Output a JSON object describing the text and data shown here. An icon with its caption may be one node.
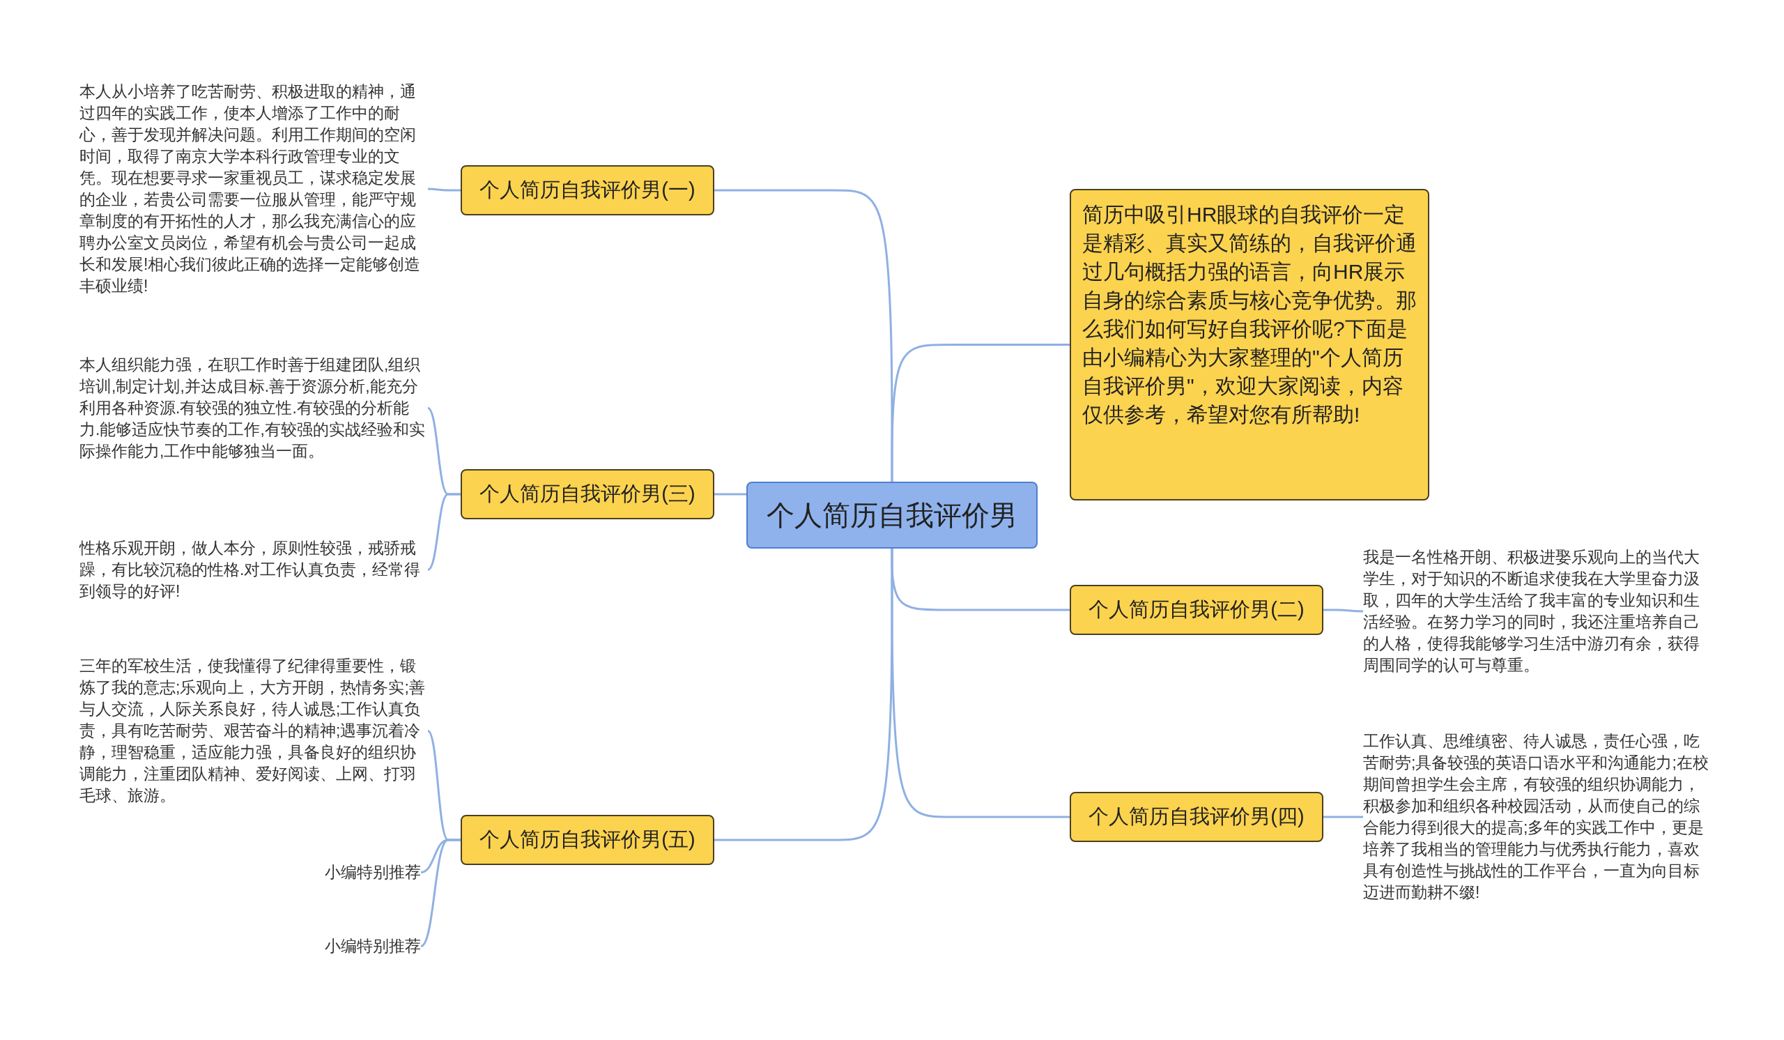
{
  "diagram": {
    "nodes": [
      {
        "text": [
          "个人简历自我评价男"
        ]
      },
      {
        "text": [
          "个人简历自我评价男(一)"
        ]
      },
      {
        "text": [
          "本人从小培养了吃苦耐劳、积极进取的精神，通过四年的实践工作，使本人增添了工作中的耐心，善于发现并解决问题。利用工作期间的空闲时间，取得了南京大学本科行政管理专业的文凭。现在想要寻求一家重视员工，谋求稳定发展的企业，若贵公司需要一位服从管理，能严守规章制度的有开拓性的人才，那么我充满信心的应聘办公室文员岗位，希望有机会与贵公司一起成长和发展!相心我们彼此正确的选择一定能够创造丰硕业绩!"
        ]
      },
      {
        "text": [
          "个人简历自我评价男(三)"
        ]
      },
      {
        "text": [
          "本人组织能力强，在职工作时善于组建团队,组织培训,制定计划,并达成目标.善于资源分析,能充分利用各种资源.有较强的独立性.有较强的分析能力.能够适应快节奏的工作,有较强的实战经验和实际操作能力,工作中能够独当一面。"
        ]
      },
      {
        "text": [
          "性格乐观开朗，做人本分，原则性较强，戒骄戒躁，有比较沉稳的性格.对工作认真负责，经常得到领导的好评!"
        ]
      },
      {
        "text": [
          "个人简历自我评价男(五)"
        ]
      },
      {
        "text": [
          "三年的军校生活，使我懂得了纪律得重要性，锻炼了我的意志;乐观向上，大方开朗，热情务实;善与人交流，人际关系良好，待人诚恳;工作认真负责，具有吃苦耐劳、艰苦奋斗的精神;遇事沉着冷静，理智稳重，适应能力强，具备良好的组织协调能力，注重团队精神、爱好阅读、上网、打羽毛球、旅游。"
        ]
      },
      {
        "text": [
          "小编特别推荐"
        ]
      },
      {
        "text": [
          "小编特别推荐"
        ]
      },
      {
        "text": [
          "简历中吸引HR眼球的自我评价一定是精彩、真实又简练的，自我评价通过几句概括力强的语言，向HR展示自身的综合素质与核心竞争优势。那么我们如何写好自我评价呢?下面是由小编精心为大家整理的\"个人简历自我评价男\"，欢迎大家阅读，内容仅供参考，希望对您有所帮助!"
        ]
      },
      {
        "text": [
          "个人简历自我评价男(二)"
        ]
      },
      {
        "text": [
          "我是一名性格开朗、积极进娶乐观向上的当代大学生，对于知识的不断追求使我在大学里奋力汲取，四年的大学生活给了我丰富的专业知识和生活经验。在努力学习的同时，我还注重培养自己的人格，使得我能够学习生活中游刃有余，获得周围同学的认可与尊重。"
        ]
      },
      {
        "text": [
          "个人简历自我评价男(四)"
        ]
      },
      {
        "text": [
          "工作认真、思维缜密、待人诚恳，责任心强，吃苦耐劳;具备较强的英语口语水平和沟通能力;在校期间曾担学生会主席，有较强的组织协调能力，积极参加和组织各种校园活动，从而使自己的综合能力得到很大的提高;多年的实践工作中，更是培养了我相当的管理能力与优秀执行能力，喜欢具有创造性与挑战性的工作平台，一直为向目标迈进而勤耕不缀!"
        ]
      }
    ],
    "edges": [
      {
        "from": 0,
        "to": 1,
        "arrow": "none"
      },
      {
        "from": 1,
        "to": 2,
        "arrow": "none"
      },
      {
        "from": 0,
        "to": 3,
        "arrow": "none"
      },
      {
        "from": 3,
        "to": 4,
        "arrow": "none"
      },
      {
        "from": 3,
        "to": 5,
        "arrow": "none"
      },
      {
        "from": 0,
        "to": 6,
        "arrow": "none"
      },
      {
        "from": 6,
        "to": 7,
        "arrow": "none"
      },
      {
        "from": 6,
        "to": 8,
        "arrow": "none"
      },
      {
        "from": 6,
        "to": 9,
        "arrow": "none"
      },
      {
        "from": 0,
        "to": 10,
        "arrow": "none"
      },
      {
        "from": 0,
        "to": 11,
        "arrow": "none"
      },
      {
        "from": 11,
        "to": 12,
        "arrow": "none"
      },
      {
        "from": 0,
        "to": 13,
        "arrow": "none"
      },
      {
        "from": 13,
        "to": 14,
        "arrow": "none"
      }
    ]
  }
}
